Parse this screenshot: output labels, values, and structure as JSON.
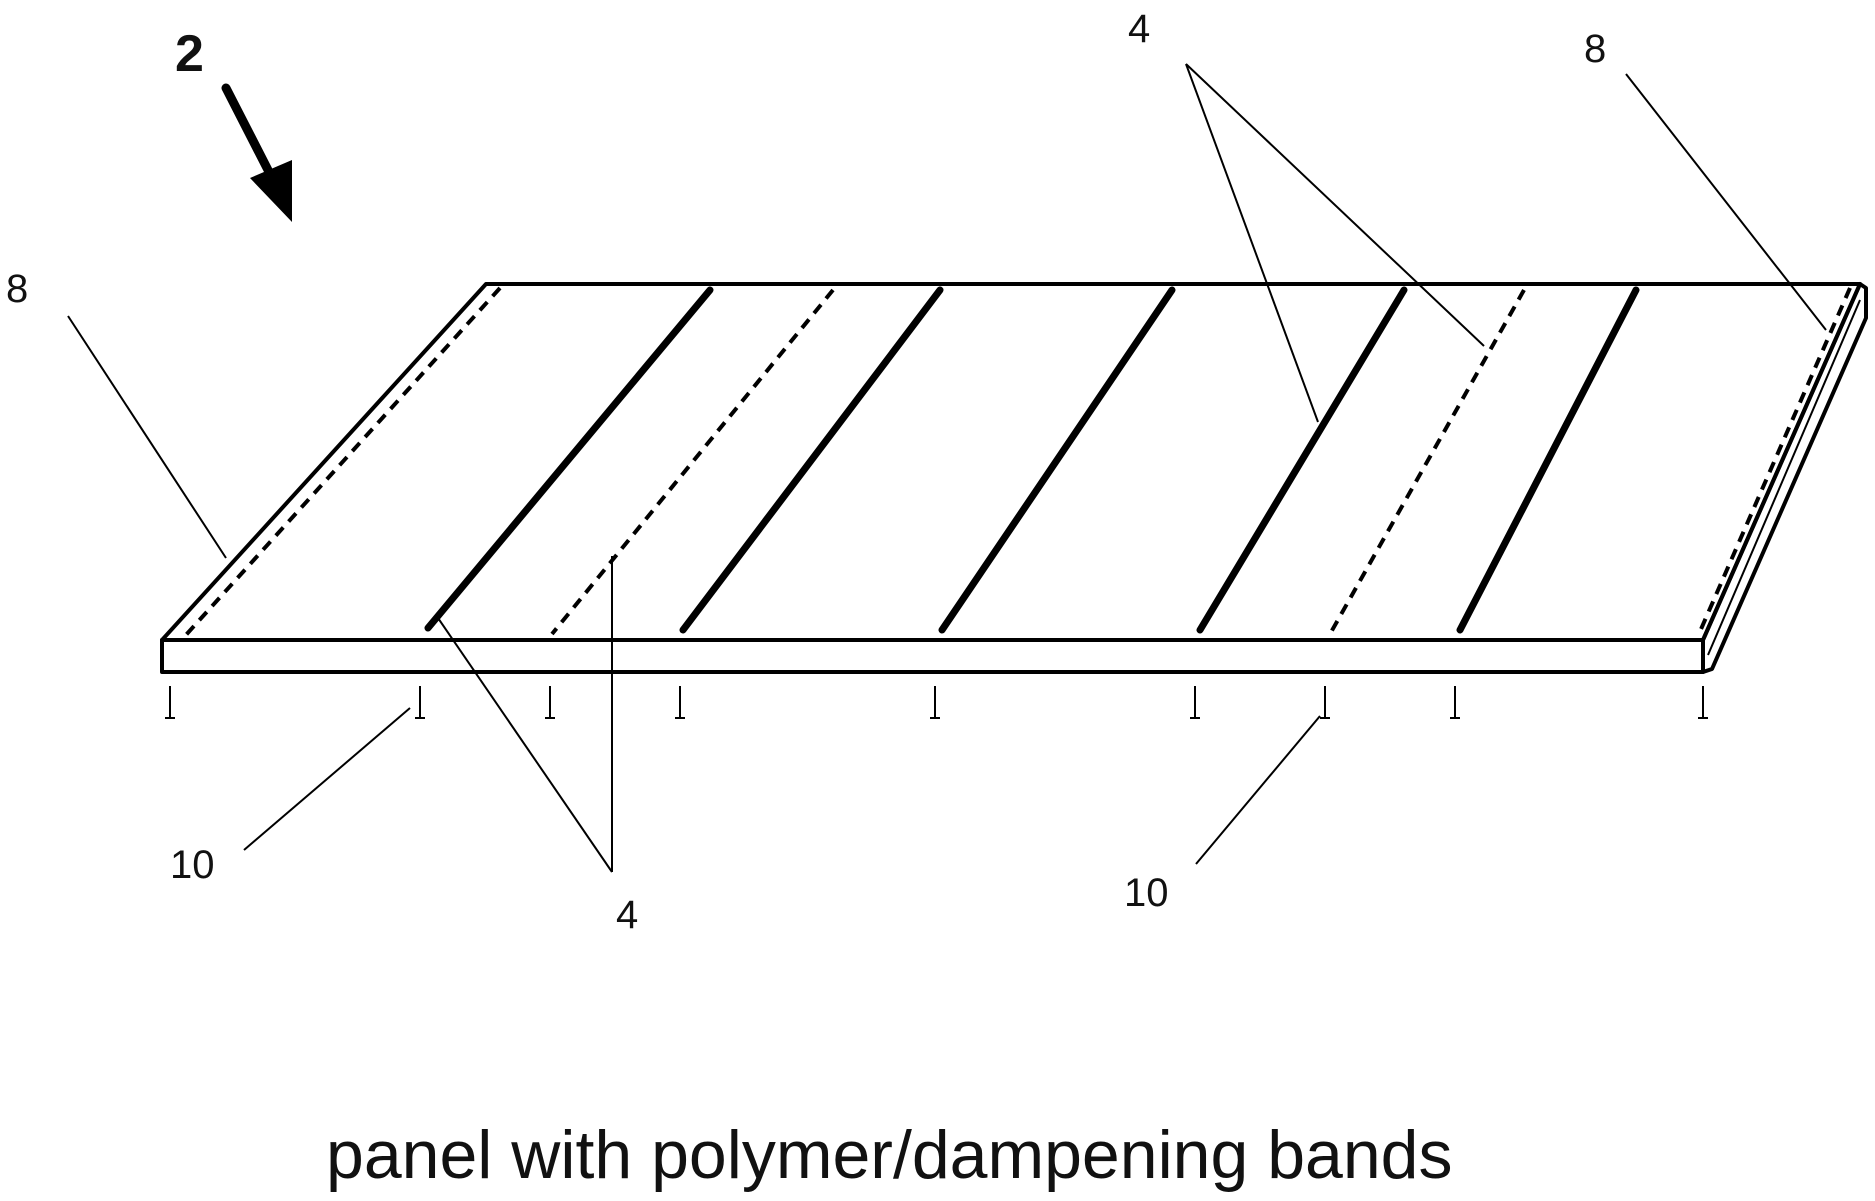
{
  "figure": {
    "caption": "panel with polymer/dampening bands",
    "reference_numerals": {
      "panel": "2",
      "bands_top_right": "4",
      "bands_bottom": "4",
      "edge_left": "8",
      "edge_right": "8",
      "markers_left": "10",
      "markers_right": "10"
    }
  }
}
